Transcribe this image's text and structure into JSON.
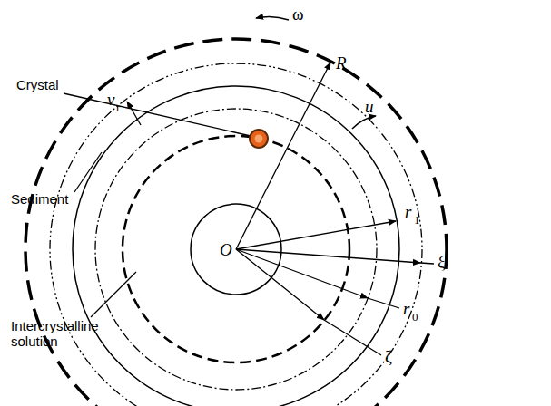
{
  "diagram": {
    "labels": [
      "ω",
      "R",
      "u",
      "Crystal",
      "v",
      "r",
      "Sediment",
      "r",
      "1",
      "ξ",
      "O",
      "r",
      "0",
      "Intercrystalline solution",
      "ζ"
    ]
  }
}
